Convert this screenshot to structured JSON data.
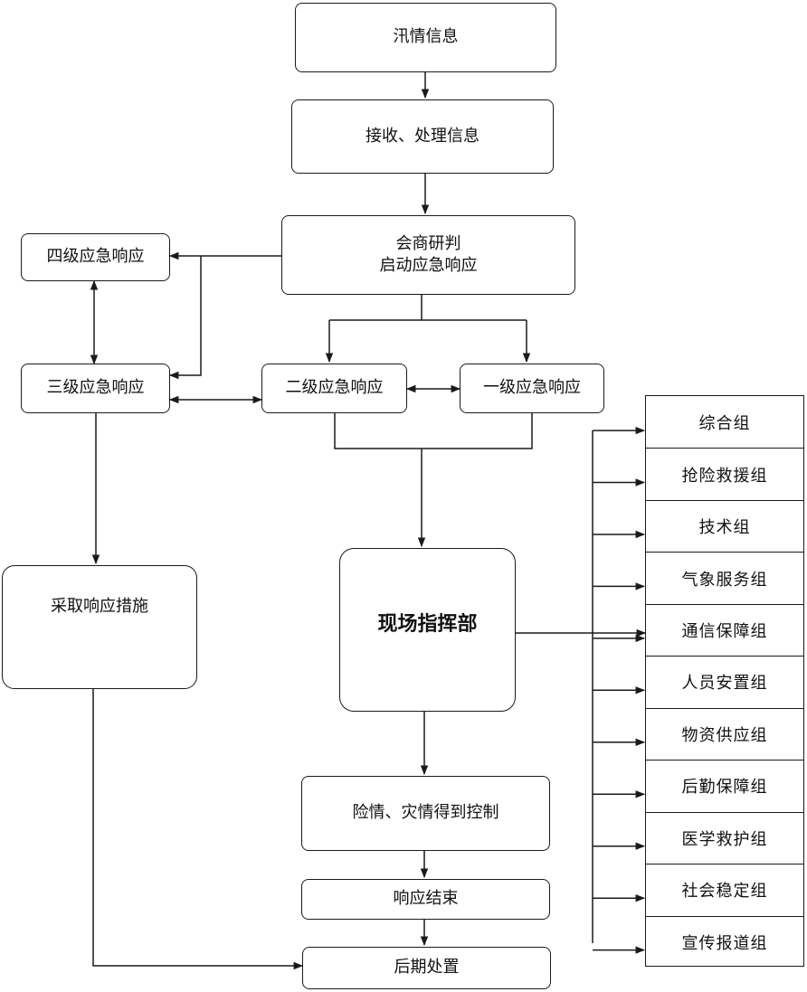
{
  "nodes": {
    "flood_info": "汛情信息",
    "receive_process": "接收、处理信息",
    "consult_judge": "会商研判\n启动应急响应",
    "level4": "四级应急响应",
    "level3": "三级应急响应",
    "level2": "二级应急响应",
    "level1": "一级应急响应",
    "take_measures": "采取响应措施",
    "field_command": "现场指挥部",
    "danger_controlled": "险情、灾情得到控制",
    "response_end": "响应结束",
    "aftermath": "后期处置"
  },
  "groups": [
    "综合组",
    "抢险救援组",
    "技术组",
    "气象服务组",
    "通信保障组",
    "人员安置组",
    "物资供应组",
    "后勤保障组",
    "医学救护组",
    "社会稳定组",
    "宣传报道组"
  ],
  "colors": {
    "line": "#1a1a1a",
    "text": "#111111"
  }
}
